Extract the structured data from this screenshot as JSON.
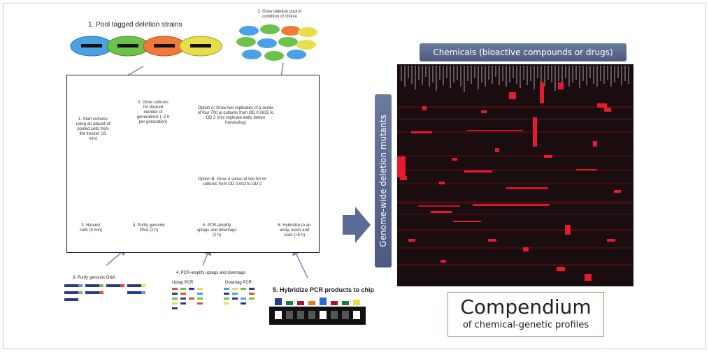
{
  "steps": {
    "pool": "1. Pool tagged deletion strains",
    "grow_pool": "2. Grow deletion pool in condition of choice",
    "purify": "3. Purify genomic DNA",
    "pcr": "4. PCR-amplify uptags and downtags",
    "hybridize": "5. Hybridize PCR products to chip",
    "uptag": "Uptag PCR",
    "downtag": "Downtag PCR"
  },
  "protocol": {
    "start": "1. Start cultures using an aliquot of pooled cells from the freezer (15 min)",
    "grow": "2. Grow cultures for desired number of generations (~2 h per generation)",
    "option_a": "Option A: Grow two replicates of a series of four 700 µl cultures from OD 0.0625 to OD 2 (mix replicate wells before harvesting)",
    "option_b": "Option B: Grow a series of two 50 ml cultures from OD 0.002 to OD 2",
    "harvest": "3. Harvest cells (5 min)",
    "purify_dna": "4. Purify genomic DNA (2 h)",
    "pcr_amp": "5. PCR-amplify uptags and downtags (2 h)",
    "hyb": "6. Hybridize to an array, wash and scan (>5 h)"
  },
  "heatmap": {
    "top_banner": "Chemicals (bioactive compounds or drugs)",
    "side_banner": "Genome-wide deletion mutants"
  },
  "compendium": {
    "title": "Compendium",
    "subtitle": "of chemical-genetic profiles"
  },
  "colors": {
    "banner": "#5a6790",
    "heat_bg": "#1a0d10",
    "heat_hit": "#e8192c",
    "arrow": "#5a6b96"
  }
}
